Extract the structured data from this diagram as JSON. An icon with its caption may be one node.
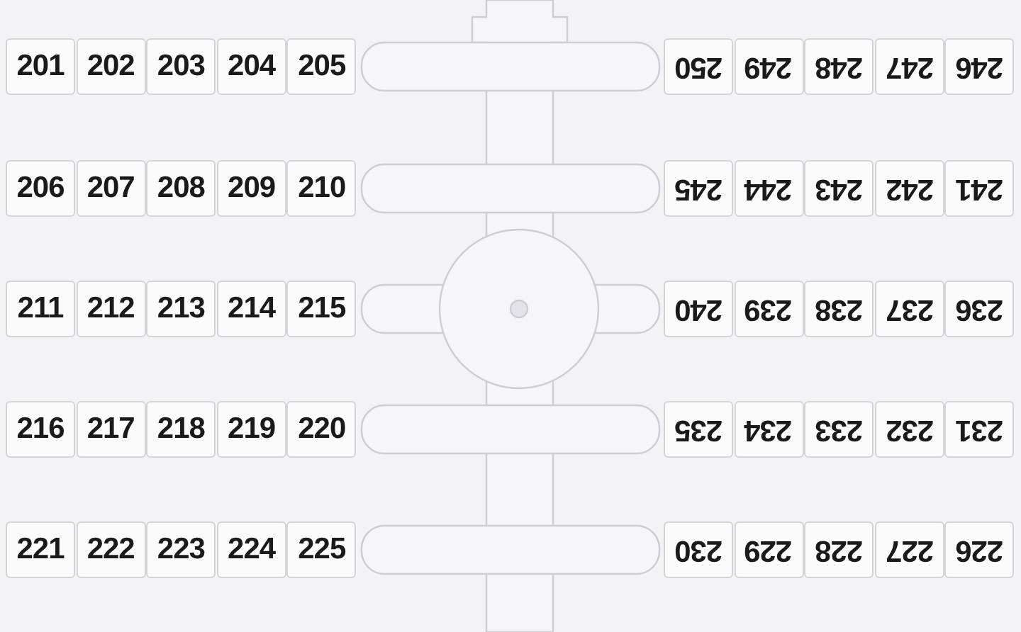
{
  "diagram": {
    "labels": [
      "201",
      "202",
      "203",
      "204",
      "205",
      "250",
      "249",
      "248",
      "247",
      "246",
      "206",
      "207",
      "208",
      "209",
      "210",
      "245",
      "244",
      "243",
      "242",
      "241",
      "211",
      "212",
      "213",
      "214",
      "215",
      "240",
      "239",
      "238",
      "237",
      "236",
      "216",
      "217",
      "218",
      "219",
      "220",
      "235",
      "234",
      "233",
      "232",
      "231",
      "221",
      "222",
      "223",
      "224",
      "225",
      "230",
      "229",
      "228",
      "227",
      "226"
    ]
  }
}
